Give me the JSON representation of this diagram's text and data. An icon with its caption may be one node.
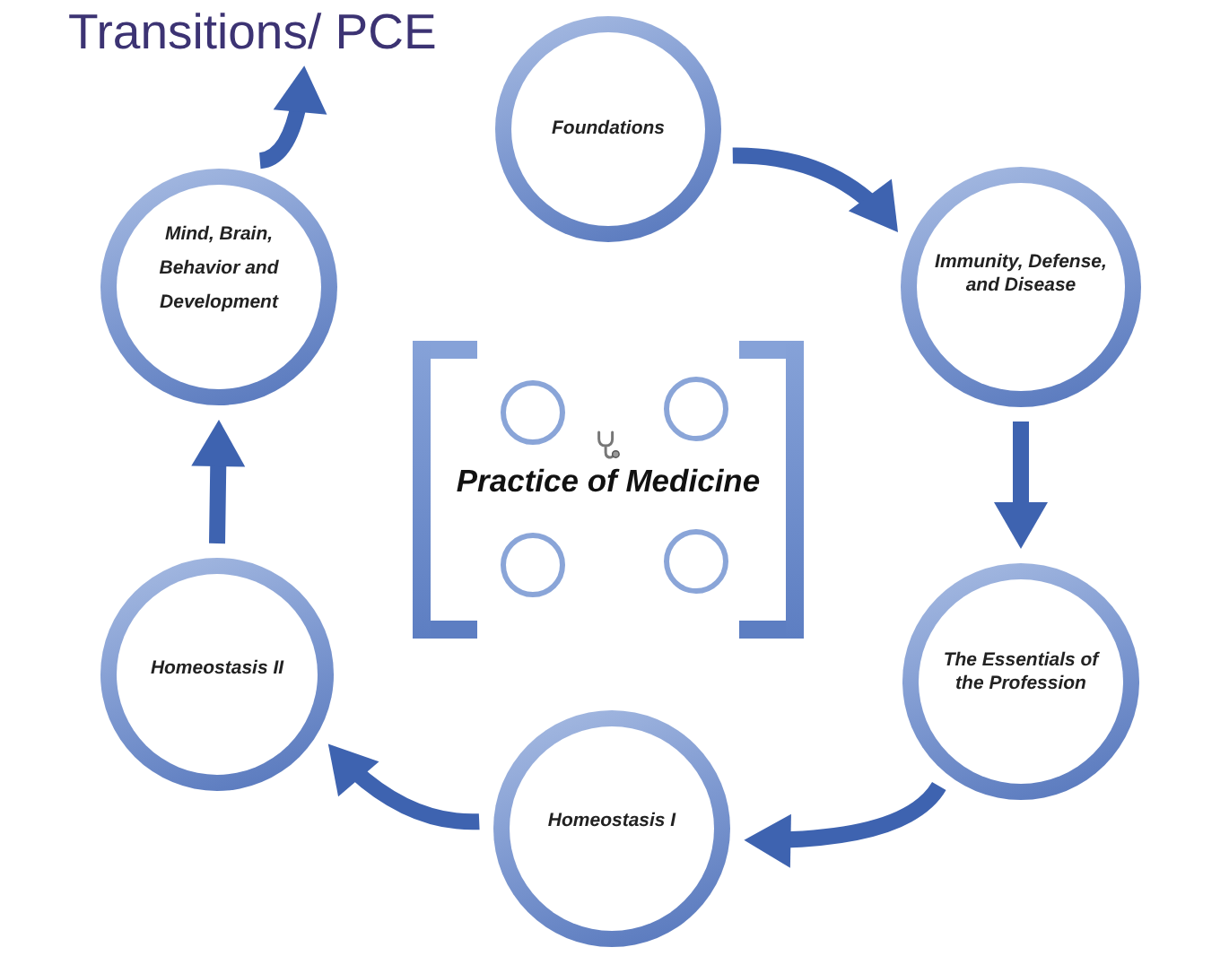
{
  "diagram": {
    "nodes": [
      {
        "text": [
          "Foundations"
        ]
      },
      {
        "text": [
          "Immunity, Defense, and Disease"
        ]
      },
      {
        "text": [
          "The Essentials of the Profession"
        ]
      },
      {
        "text": [
          "Homeostasis I"
        ]
      },
      {
        "text": [
          "Homeostasis II"
        ]
      },
      {
        "text": [
          "Mind, Brain, Behavior and Development"
        ]
      },
      {
        "text": [
          "Transitions/ PCE"
        ]
      },
      {
        "text": [
          "Practice of Medicine"
        ]
      },
      {
        "text": [],
        "shape": "circle",
        "in": 7
      },
      {
        "text": [],
        "shape": "circle",
        "in": 7
      },
      {
        "text": [],
        "shape": "circle",
        "in": 7
      },
      {
        "text": [],
        "shape": "circle",
        "in": 7
      }
    ],
    "edges": [
      {
        "from": 0,
        "to": 1,
        "arrow": "to"
      },
      {
        "from": 1,
        "to": 2,
        "arrow": "to"
      },
      {
        "from": 2,
        "to": 3,
        "arrow": "to"
      },
      {
        "from": 3,
        "to": 4,
        "arrow": "to"
      },
      {
        "from": 4,
        "to": 5,
        "arrow": "to"
      },
      {
        "from": 5,
        "to": 6,
        "arrow": "to"
      }
    ]
  }
}
